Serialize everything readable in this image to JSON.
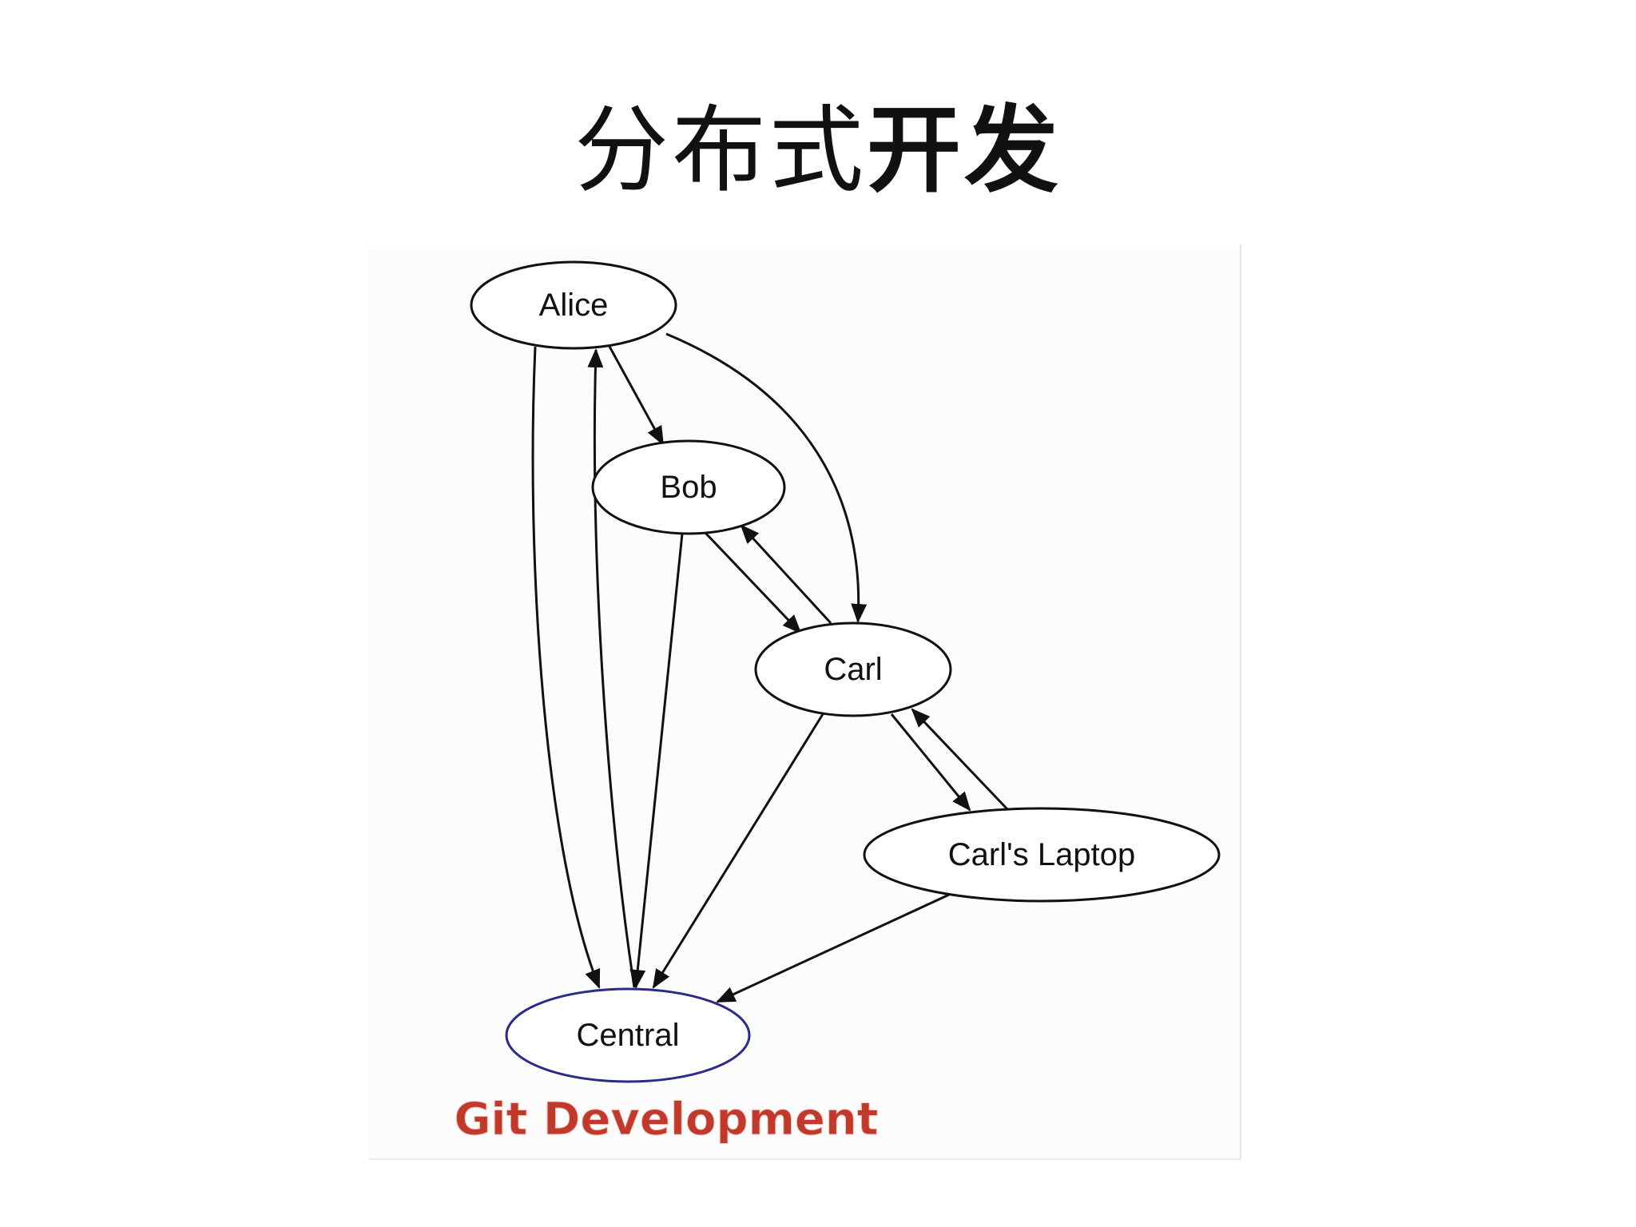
{
  "slide": {
    "title_light": "分布式",
    "title_bold": "开发"
  },
  "diagram": {
    "caption": "Git Development",
    "caption_color": "#c0392b",
    "nodes": [
      {
        "id": "alice",
        "label": "Alice"
      },
      {
        "id": "bob",
        "label": "Bob"
      },
      {
        "id": "carl",
        "label": "Carl"
      },
      {
        "id": "laptop",
        "label": "Carl's Laptop"
      },
      {
        "id": "central",
        "label": "Central"
      }
    ],
    "edges": [
      {
        "from": "Alice",
        "to": "Central"
      },
      {
        "from": "Central",
        "to": "Alice"
      },
      {
        "from": "Alice",
        "to": "Bob"
      },
      {
        "from": "Alice",
        "to": "Carl"
      },
      {
        "from": "Bob",
        "to": "Central"
      },
      {
        "from": "Bob",
        "to": "Carl"
      },
      {
        "from": "Carl",
        "to": "Bob"
      },
      {
        "from": "Carl",
        "to": "Central"
      },
      {
        "from": "Carl",
        "to": "Carl's Laptop"
      },
      {
        "from": "Carl's Laptop",
        "to": "Carl"
      },
      {
        "from": "Carl's Laptop",
        "to": "Central"
      }
    ]
  }
}
